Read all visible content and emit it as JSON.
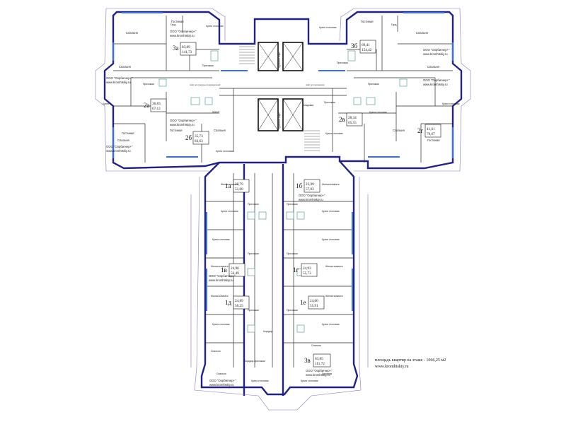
{
  "totals": {
    "floor_area": "площадь квартир на этаже - 1066,25 м2",
    "website": "www.kromhtskiy.ru"
  },
  "company": {
    "name": "ООО \"Оорбигнер+\"",
    "site": "www.kromhtskiy.ru"
  },
  "units": [
    {
      "num": "3а",
      "area1": "83,89",
      "area2": "141,73"
    },
    {
      "num": "3б",
      "area1": "69,41",
      "area2": "154,42"
    },
    {
      "num": "2а",
      "area1": "36,83",
      "area2": "67,12"
    },
    {
      "num": "2б",
      "area1": "35,73",
      "area2": "83,63"
    },
    {
      "num": "2в",
      "area1": "28,34",
      "area2": "65,55"
    },
    {
      "num": "2г",
      "area1": "41,61",
      "area2": "79,67"
    },
    {
      "num": "1а",
      "area1": "20,79",
      "area2": "51,00"
    },
    {
      "num": "1б",
      "area1": "23,99",
      "area2": "57,03"
    },
    {
      "num": "1в",
      "area1": "24,90",
      "area2": "56,49"
    },
    {
      "num": "1г",
      "area1": "24,93",
      "area2": "55,73"
    },
    {
      "num": "1д",
      "area1": "24,89",
      "area2": "56,25"
    },
    {
      "num": "1е",
      "area1": "24,00",
      "area2": "55,91"
    },
    {
      "num": "3в",
      "area1": "63,85",
      "area2": "111,72"
    }
  ],
  "rooms": {
    "bedroom": "Спальня",
    "living": "Гостиная",
    "kitchen": "Кухня",
    "kitchen_dining": "Кухня столовая",
    "hall": "Прихожая",
    "corridor": "Коридор",
    "living_room": "Жилая комната",
    "wardrobe": "Гард.",
    "pantry": "Кладовая",
    "lobby": "Холл",
    "corridor_hall": "Коридор-прихожая",
    "loggia": "Лоджия"
  },
  "lifts": {
    "passenger": "лифт для пассажиров",
    "fire": "лифт для пожарных подразделений",
    "freight": "грузовой лифт"
  }
}
